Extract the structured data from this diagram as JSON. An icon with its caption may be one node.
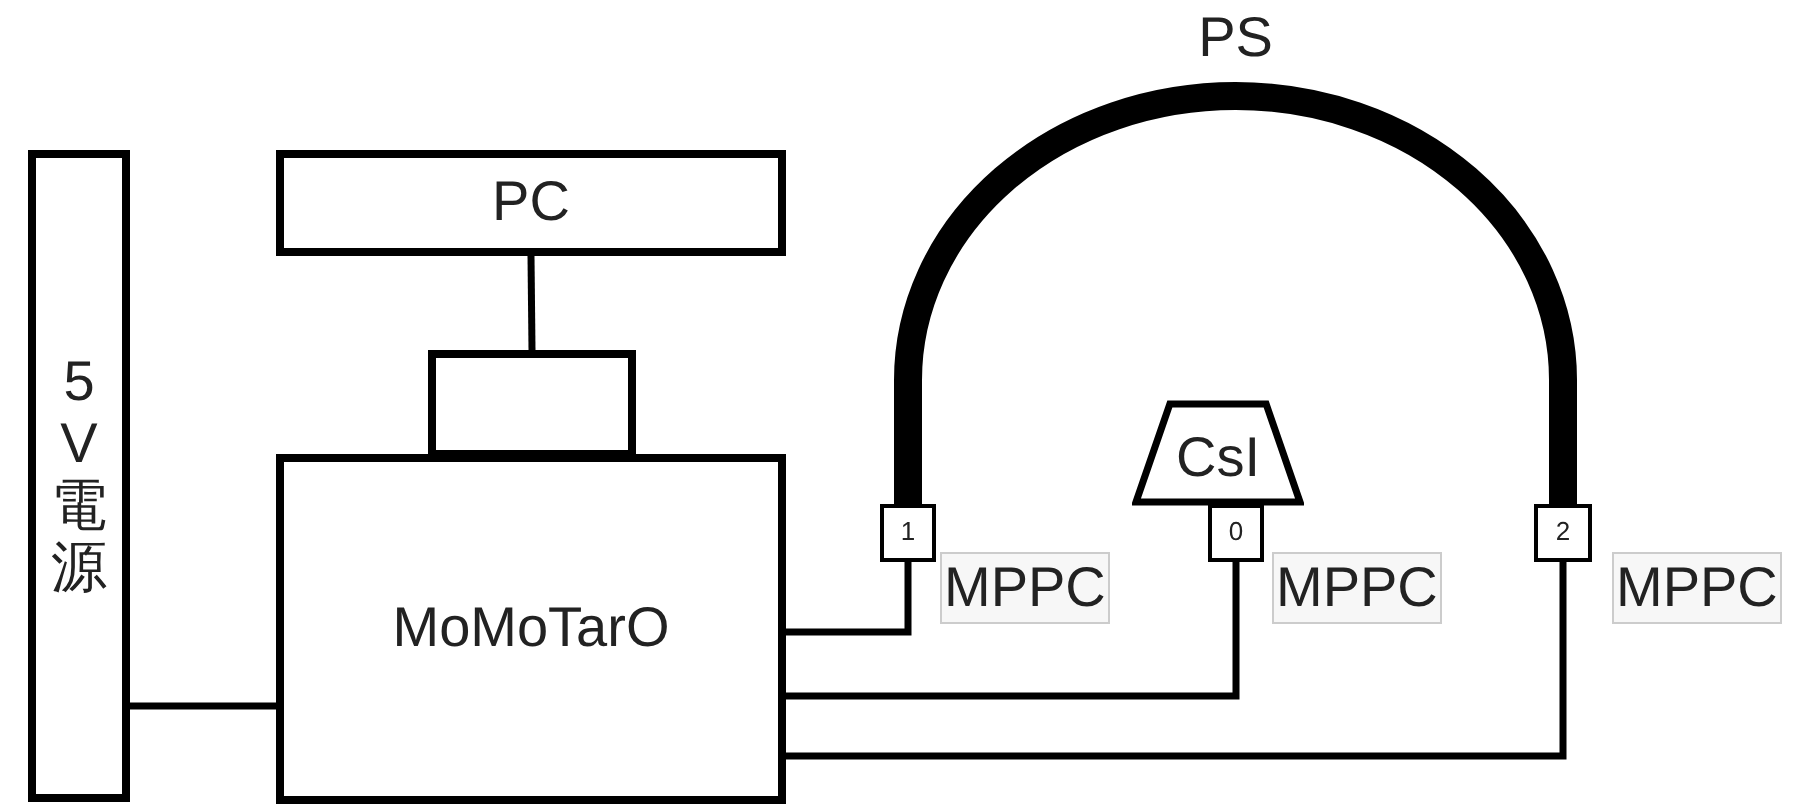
{
  "diagram": {
    "nodes": [
      {
        "text": [
          "5V電源"
        ]
      },
      {
        "text": [
          "PC"
        ]
      },
      {
        "text": [],
        "shape": "box"
      },
      {
        "text": [
          "MoMoTarO"
        ]
      },
      {
        "text": [
          "1"
        ],
        "beside": [
          "MPPC"
        ]
      },
      {
        "text": [
          "0"
        ],
        "beside": [
          "MPPC"
        ]
      },
      {
        "text": [
          "2"
        ],
        "beside": [
          "MPPC"
        ]
      },
      {
        "text": [
          "CsI"
        ]
      }
    ],
    "edges": [
      {
        "from": 0,
        "to": 3,
        "arrow": "none"
      },
      {
        "from": 1,
        "to": 2,
        "arrow": "none"
      },
      {
        "from": 3,
        "to": 4,
        "arrow": "none"
      },
      {
        "from": 3,
        "to": 5,
        "arrow": "none"
      },
      {
        "from": 3,
        "to": 6,
        "arrow": "none"
      },
      {
        "from": 4,
        "to": 6,
        "arrow": "none",
        "label": "PS",
        "style": "thick"
      }
    ]
  }
}
